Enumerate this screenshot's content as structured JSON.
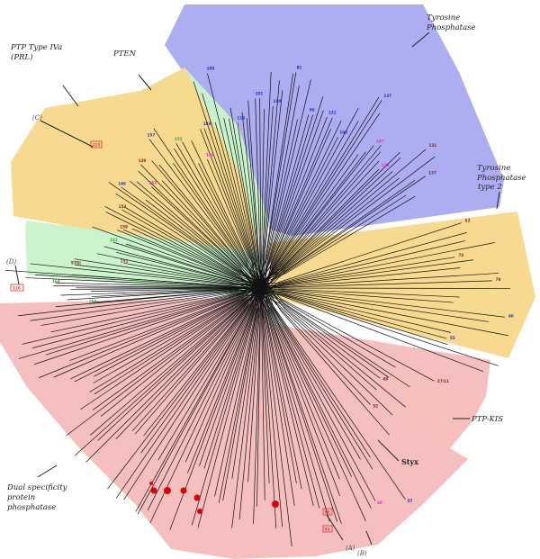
{
  "diagram": {
    "clades": [
      {
        "key": "tyrosine",
        "label": "Tyrosine Phosphatase",
        "color": "#a9a9f0"
      },
      {
        "key": "prl",
        "label": "PTP Type IVa (PRL)",
        "color": "#f7d88a"
      },
      {
        "key": "pten",
        "label": "PTEN",
        "color": "#c9f3c9"
      },
      {
        "key": "tp2",
        "label": "Tyrosine Phosphatase type 2",
        "color": "#f7d88a"
      },
      {
        "key": "ptpkis",
        "label": "PTP-KIS",
        "color": "#c9f3c9"
      },
      {
        "key": "dual",
        "label": "Dual specificity protein phosphatase",
        "color": "#f6bcbc"
      },
      {
        "key": "styx",
        "label": "Styx"
      }
    ],
    "markers": {
      "a": "(A)",
      "b": "(B)",
      "c": "(C)",
      "d": "(D)"
    },
    "boxed_leaves": {
      "c": "110",
      "d": "116",
      "a": "55",
      "b": "53"
    },
    "leaves": [
      {
        "text": "103",
        "color": "#1f2fb8"
      },
      {
        "text": "109",
        "color": "#1f2fb8"
      },
      {
        "text": "114",
        "color": "#1f2fb8"
      },
      {
        "text": "101",
        "color": "#1f2fb8"
      },
      {
        "text": "100",
        "color": "#1f2fb8"
      },
      {
        "text": "81",
        "color": "#1f2fb8"
      },
      {
        "text": "96",
        "color": "#1f2fb8"
      },
      {
        "text": "121",
        "color": "#1f2fb8"
      },
      {
        "text": "102",
        "color": "#1f2fb8"
      },
      {
        "text": "137",
        "color": "#1f2fb8"
      },
      {
        "text": "147",
        "color": "#e02ad4"
      },
      {
        "text": "123",
        "color": "#e02ad4"
      },
      {
        "text": "131",
        "color": "#7a2424"
      },
      {
        "text": "137",
        "color": "#7a2424"
      },
      {
        "text": "139",
        "color": "#7a2424"
      },
      {
        "text": "157",
        "color": "#1f2fb8"
      },
      {
        "text": "155",
        "color": "#44a044"
      },
      {
        "text": "149",
        "color": "#e02ad4"
      },
      {
        "text": "151",
        "color": "#7a2424"
      },
      {
        "text": "141",
        "color": "#44a044"
      },
      {
        "text": "159",
        "color": "#7a2424"
      },
      {
        "text": "152",
        "color": "#7a2424"
      },
      {
        "text": "146",
        "color": "#1f2fb8"
      },
      {
        "text": "162",
        "color": "#e02ad4"
      },
      {
        "text": "165",
        "color": "#44a044"
      },
      {
        "text": "164",
        "color": "#44a044"
      },
      {
        "text": "STGI",
        "color": "#7a2424"
      },
      {
        "text": "62",
        "color": "#7a2424"
      },
      {
        "text": "74",
        "color": "#7a2424"
      },
      {
        "text": "78",
        "color": "#7a2424"
      },
      {
        "text": "46",
        "color": "#1f2fb8"
      },
      {
        "text": "55",
        "color": "#1f2fb8"
      },
      {
        "text": "27/11",
        "color": "#7a2424"
      },
      {
        "text": "49",
        "color": "#7a2424"
      },
      {
        "text": "52",
        "color": "#7a2424"
      },
      {
        "text": "57",
        "color": "#1f2fb8"
      },
      {
        "text": "60",
        "color": "#e02ad4"
      }
    ]
  }
}
